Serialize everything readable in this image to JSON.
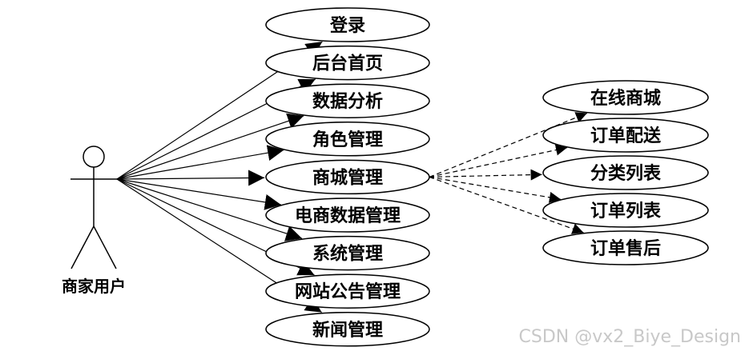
{
  "actor": {
    "name": "商家用户"
  },
  "use_cases": [
    {
      "id": "login",
      "label": "登录"
    },
    {
      "id": "home",
      "label": "后台首页"
    },
    {
      "id": "analytics",
      "label": "数据分析"
    },
    {
      "id": "roles",
      "label": "角色管理"
    },
    {
      "id": "mall",
      "label": "商城管理"
    },
    {
      "id": "ecommerce-data",
      "label": "电商数据管理"
    },
    {
      "id": "system",
      "label": "系统管理"
    },
    {
      "id": "announcements",
      "label": "网站公告管理"
    },
    {
      "id": "news",
      "label": "新闻管理"
    }
  ],
  "mall_sub_use_cases": [
    {
      "id": "online-mall",
      "label": "在线商城"
    },
    {
      "id": "order-delivery",
      "label": "订单配送"
    },
    {
      "id": "category-list",
      "label": "分类列表"
    },
    {
      "id": "order-list",
      "label": "订单列表"
    },
    {
      "id": "after-sales",
      "label": "订单售后"
    }
  ],
  "watermark": "CSDN @vx2_Biye_Design",
  "colors": {
    "stroke": "#000000",
    "fill": "#ffffff",
    "watermark": "#c8c8c8"
  }
}
